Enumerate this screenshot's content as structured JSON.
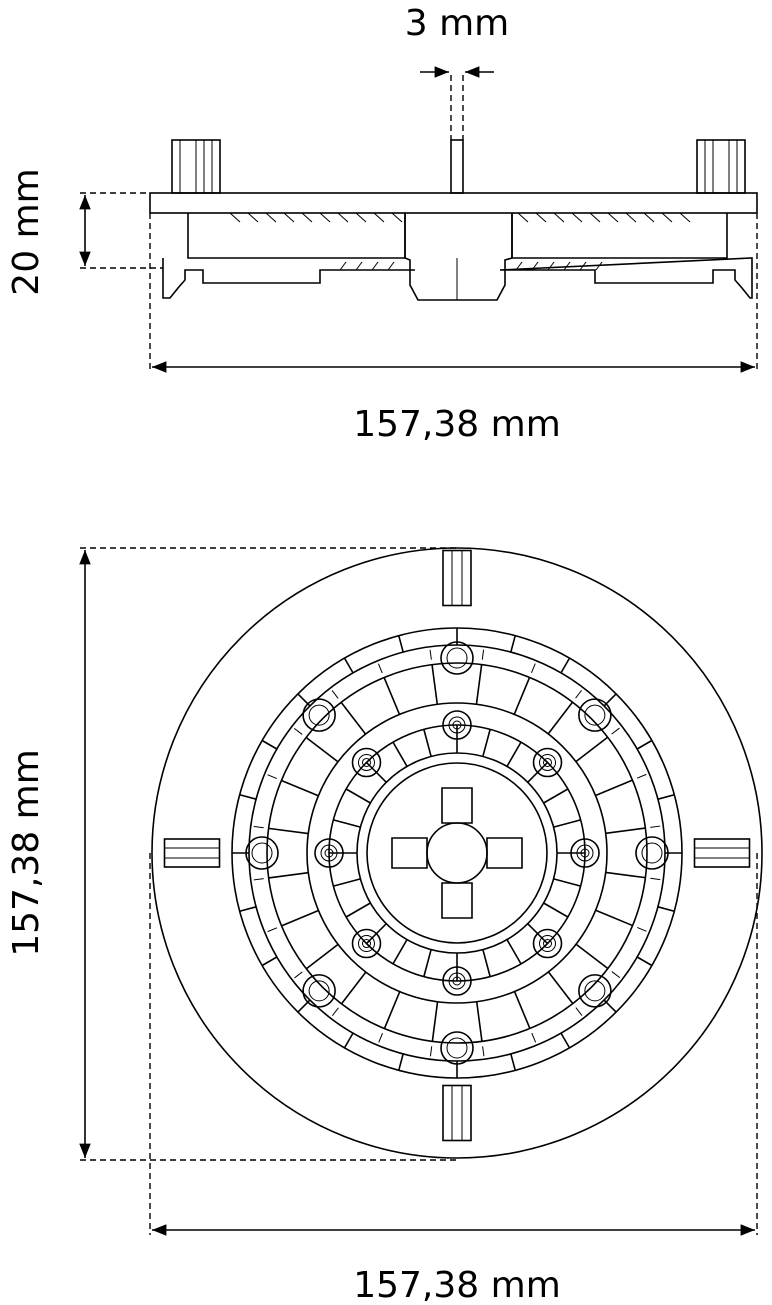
{
  "labels": {
    "gap_width": "3 mm",
    "height": "20 mm",
    "side_width": "157,38 mm",
    "top_height": "157,38 mm",
    "top_width": "157,38 mm"
  },
  "colors": {
    "line": "#000000",
    "background": "#ffffff"
  }
}
